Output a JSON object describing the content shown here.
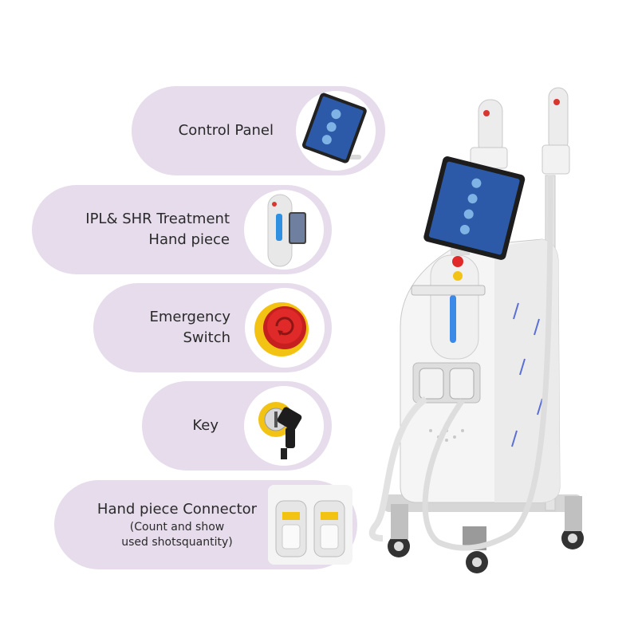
{
  "features": [
    {
      "label_lines": [
        "Control Panel"
      ],
      "icon": "control-panel-icon"
    },
    {
      "label_lines": [
        "IPL& SHR Treatment",
        "Hand piece"
      ],
      "icon": "treatment-handpiece-icon"
    },
    {
      "label_lines": [
        "Emergency",
        "Switch"
      ],
      "icon": "emergency-switch-icon"
    },
    {
      "label_lines": [
        "Key"
      ],
      "icon": "key-icon"
    },
    {
      "label_lines": [
        "Hand piece Connector"
      ],
      "sub_lines": [
        "(Count and show",
        "used shotsquantity)"
      ],
      "icon": "connector-icon"
    }
  ],
  "colors": {
    "pill": "#e6dcec",
    "emergency_red": "#e02a2a",
    "emergency_yellow": "#f3c313",
    "accent_red": "#d9362f"
  }
}
